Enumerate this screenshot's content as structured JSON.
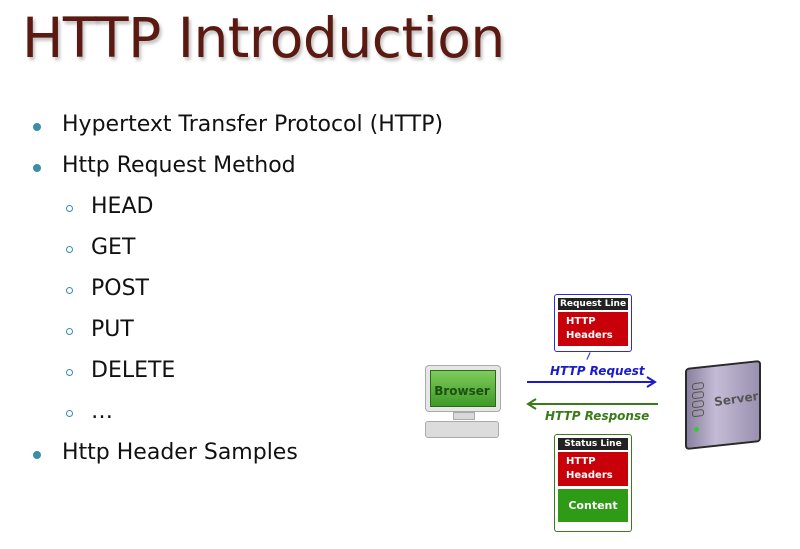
{
  "title": "HTTP Introduction",
  "bullets": [
    {
      "text": "Hypertext Transfer Protocol (HTTP)"
    },
    {
      "text": "Http Request Method",
      "children": [
        "HEAD",
        "GET",
        "POST",
        "PUT",
        "DELETE",
        "…"
      ]
    },
    {
      "text": "Http Header Samples"
    }
  ],
  "diagram": {
    "browser_label": "Browser",
    "server_label": "Server",
    "request_label": "HTTP Request",
    "response_label": "HTTP Response",
    "request_box": {
      "line": "Request Line",
      "headers": "HTTP Headers"
    },
    "response_box": {
      "line": "Status Line",
      "headers": "HTTP Headers",
      "content": "Content"
    }
  },
  "colors": {
    "title": "#5a1a12",
    "bullet": "#3a8ea8",
    "request": "#1a1ad0",
    "response": "#3a7a18",
    "headers": "#c8000a",
    "content": "#2e9a16"
  }
}
